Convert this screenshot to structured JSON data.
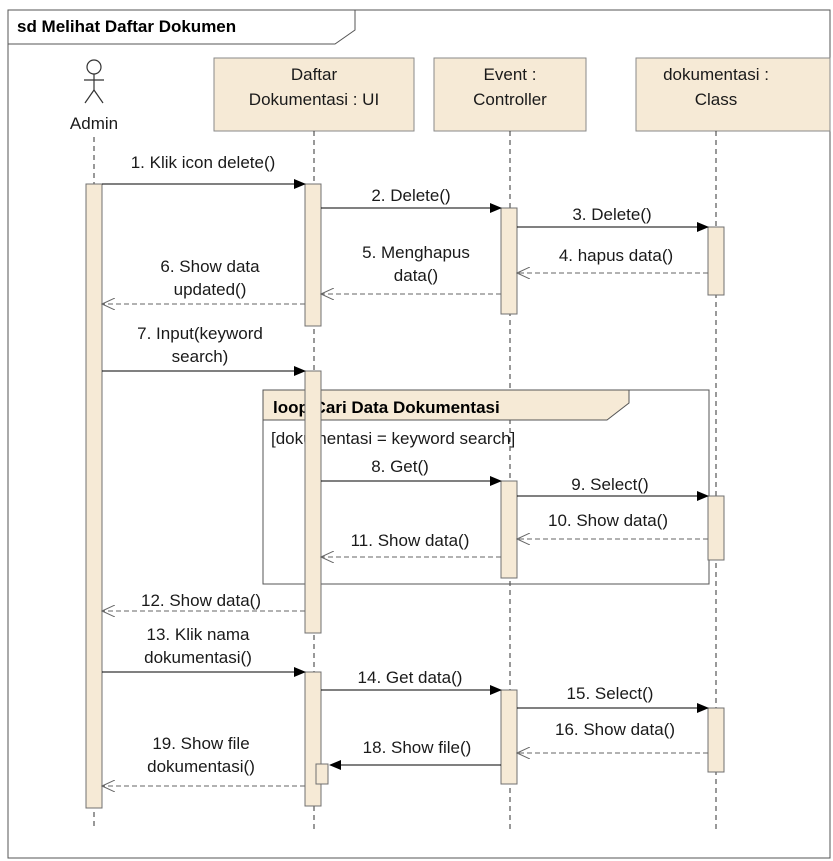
{
  "diagram": {
    "frame_title": "sd Melihat Daftar Dokumen",
    "actor": {
      "label": "Admin"
    },
    "lifelines": [
      {
        "id": "ui",
        "line1": "Daftar",
        "line2": "Dokumentasi : UI"
      },
      {
        "id": "ctrl",
        "line1": "Event :",
        "line2": "Controller"
      },
      {
        "id": "cls",
        "line1": "dokumentasi :",
        "line2": "Class"
      }
    ],
    "loop": {
      "title": "loop Cari Data Dokumentasi",
      "guard": "[dokumentasi = keyword search]"
    },
    "messages": [
      {
        "id": "m1",
        "lines": [
          "1. Klik icon delete()"
        ],
        "from": "admin",
        "to": "ui",
        "kind": "call"
      },
      {
        "id": "m2",
        "lines": [
          "2. Delete()"
        ],
        "from": "ui",
        "to": "ctrl",
        "kind": "call"
      },
      {
        "id": "m3",
        "lines": [
          "3. Delete()"
        ],
        "from": "ctrl",
        "to": "cls",
        "kind": "call"
      },
      {
        "id": "m4",
        "lines": [
          "4. hapus data()"
        ],
        "from": "cls",
        "to": "ctrl",
        "kind": "return"
      },
      {
        "id": "m5",
        "lines": [
          "5. Menghapus",
          "data()"
        ],
        "from": "ctrl",
        "to": "ui",
        "kind": "return"
      },
      {
        "id": "m6",
        "lines": [
          "6. Show data",
          "updated()"
        ],
        "from": "ui",
        "to": "admin",
        "kind": "return"
      },
      {
        "id": "m7",
        "lines": [
          "7. Input(keyword",
          "search)"
        ],
        "from": "admin",
        "to": "ui",
        "kind": "call"
      },
      {
        "id": "m8",
        "lines": [
          "8. Get()"
        ],
        "from": "ui",
        "to": "ctrl",
        "kind": "call"
      },
      {
        "id": "m9",
        "lines": [
          "9. Select()"
        ],
        "from": "ctrl",
        "to": "cls",
        "kind": "call"
      },
      {
        "id": "m10",
        "lines": [
          "10. Show data()"
        ],
        "from": "cls",
        "to": "ctrl",
        "kind": "return"
      },
      {
        "id": "m11",
        "lines": [
          "11. Show data()"
        ],
        "from": "ctrl",
        "to": "ui",
        "kind": "return"
      },
      {
        "id": "m12",
        "lines": [
          "12. Show data()"
        ],
        "from": "ui",
        "to": "admin",
        "kind": "return"
      },
      {
        "id": "m13",
        "lines": [
          "13. Klik nama",
          "dokumentasi()"
        ],
        "from": "admin",
        "to": "ui",
        "kind": "call"
      },
      {
        "id": "m14",
        "lines": [
          "14. Get data()"
        ],
        "from": "ui",
        "to": "ctrl",
        "kind": "call"
      },
      {
        "id": "m15",
        "lines": [
          "15. Select()"
        ],
        "from": "ctrl",
        "to": "cls",
        "kind": "call"
      },
      {
        "id": "m16",
        "lines": [
          "16. Show data()"
        ],
        "from": "cls",
        "to": "ctrl",
        "kind": "return"
      },
      {
        "id": "m17",
        "lines": [
          "18. Show file()"
        ],
        "from": "ctrl",
        "to": "ui",
        "kind": "call"
      },
      {
        "id": "m18",
        "lines": [
          "19. Show file",
          "dokumentasi()"
        ],
        "from": "ui",
        "to": "admin",
        "kind": "return"
      }
    ]
  }
}
